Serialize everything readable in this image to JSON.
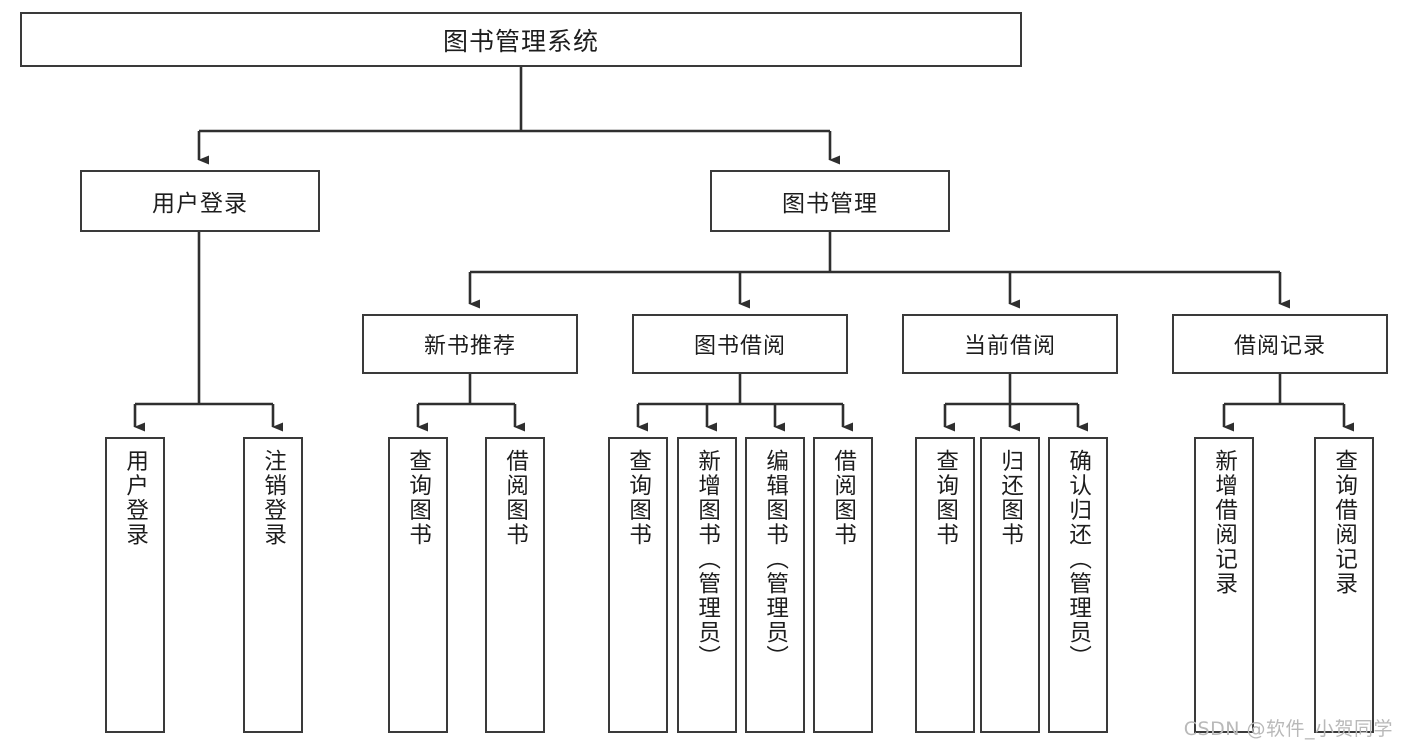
{
  "diagram": {
    "type": "tree-hierarchy-chart",
    "title_text": "图书管理系统",
    "colors": {
      "box_border": "#3a3a3a",
      "box_fill": "#ffffff",
      "connector": "#2f2f2f",
      "text": "#1d1d1d",
      "watermark": "#b9b9b9",
      "background": "#ffffff"
    },
    "root": {
      "label": "图书管理系统"
    },
    "level2": [
      {
        "id": "user-login",
        "label": "用户登录"
      },
      {
        "id": "book-management",
        "label": "图书管理"
      }
    ],
    "level3": [
      {
        "id": "new-book-recommend",
        "label": "新书推荐"
      },
      {
        "id": "book-borrow",
        "label": "图书借阅"
      },
      {
        "id": "current-borrow",
        "label": "当前借阅"
      },
      {
        "id": "borrow-record",
        "label": "借阅记录"
      }
    ],
    "leaves": {
      "user_login": [
        {
          "id": "leaf-user-login",
          "label": "用户登录"
        },
        {
          "id": "leaf-logout-login",
          "label": "注销登录"
        }
      ],
      "new_book_recommend": [
        {
          "id": "leaf-query-book-1",
          "label": "查询图书"
        },
        {
          "id": "leaf-borrow-book-1",
          "label": "借阅图书"
        }
      ],
      "book_borrow": [
        {
          "id": "leaf-query-book-2",
          "label": "查询图书"
        },
        {
          "id": "leaf-add-book",
          "label": "新增图书（管理员）"
        },
        {
          "id": "leaf-edit-book",
          "label": "编辑图书（管理员）"
        },
        {
          "id": "leaf-borrow-book-2",
          "label": "借阅图书"
        }
      ],
      "current_borrow": [
        {
          "id": "leaf-query-book-3",
          "label": "查询图书"
        },
        {
          "id": "leaf-return-book",
          "label": "归还图书"
        },
        {
          "id": "leaf-confirm-return",
          "label": "确认归还（管理员）"
        }
      ],
      "borrow_record": [
        {
          "id": "leaf-add-record",
          "label": "新增借阅记录"
        },
        {
          "id": "leaf-query-record",
          "label": "查询借阅记录"
        }
      ]
    }
  },
  "watermark": {
    "text": "CSDN @软件_小贺同学"
  }
}
